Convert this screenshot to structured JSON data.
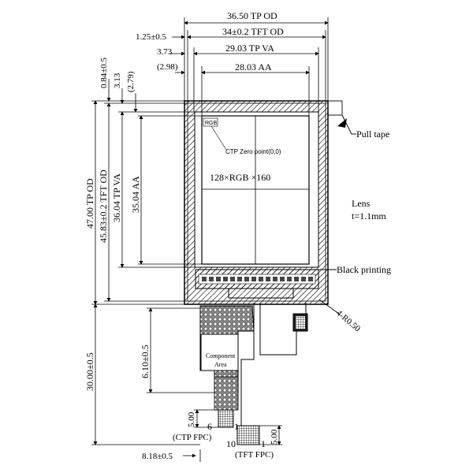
{
  "dims": {
    "tp_od_w": "36.50 TP OD",
    "tft_od_w": "34±0.2 TFT OD",
    "left_125": "1.25±0.5",
    "tp_va_w": "29.03 TP VA",
    "left_373": "3.73",
    "left_298": "(2.98)",
    "aa_w": "28.03 AA",
    "v084": "0.84±0.5",
    "v313": "3.13",
    "v279": "(2.79)",
    "tp_od_h": "47.00 TP OD",
    "tft_od_h": "45.83±0.2 TFT OD",
    "tp_va_h": "36.04 TP VA",
    "aa_h": "35.04 AA",
    "fpc_h": "30.00±0.5",
    "v610": "6.10±0.5",
    "v500a": "5.00",
    "v500b": "5.00",
    "h818": "8.18±0.5",
    "radius": "4-R0.50"
  },
  "labels": {
    "pull_tape": "Pull tape",
    "lens": "Lens",
    "lens_t": "t=1.1mm",
    "black_printing": "Black printing",
    "ctp_zero": "CTP Zero point(0,0)",
    "resolution": "128×RGB ×160",
    "rgb_tag": "RGB",
    "component_area_1": "Component",
    "component_area_2": "Area",
    "ctp_fpc": "(CTP FPC)",
    "tft_fpc": "(TFT FPC)",
    "pin_6": "6",
    "pin_1a": "1",
    "pin_10": "10",
    "pin_1b": "1"
  }
}
